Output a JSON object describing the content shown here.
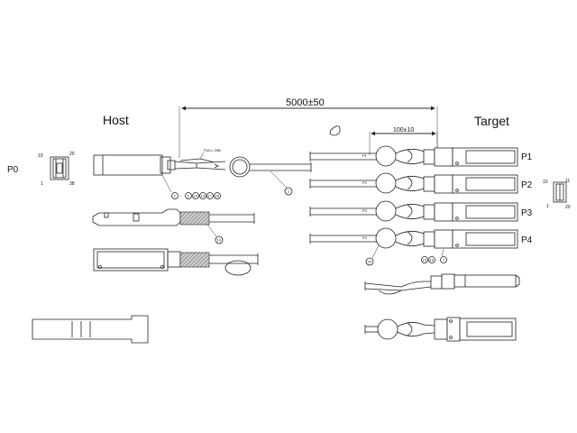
{
  "labels": {
    "host": "Host",
    "target": "Target",
    "length": "5000±50",
    "breakout_length": "100±10",
    "pull_tab": "PULL-TAB",
    "p0": "P0",
    "p1": "P1",
    "p2": "P2",
    "p3": "P3",
    "p4": "P4",
    "cable_p1": "P1",
    "cable_p2": "P2",
    "cable_p3": "P3",
    "cable_p4": "P4"
  },
  "host_pins": {
    "top_left": "19",
    "top_right": "20",
    "bottom_left": "1",
    "bottom_right": "38"
  },
  "target_pins": {
    "top_left": "10",
    "top_right": "11",
    "bottom_left": "1",
    "bottom_right": "20"
  },
  "callouts": {
    "host_items": [
      "2",
      "-",
      "5",
      "10",
      "13",
      "17",
      "18"
    ],
    "cable": "1",
    "boot": "14",
    "breakout": "20",
    "target_items": [
      "15",
      "16",
      "-",
      "7"
    ]
  }
}
